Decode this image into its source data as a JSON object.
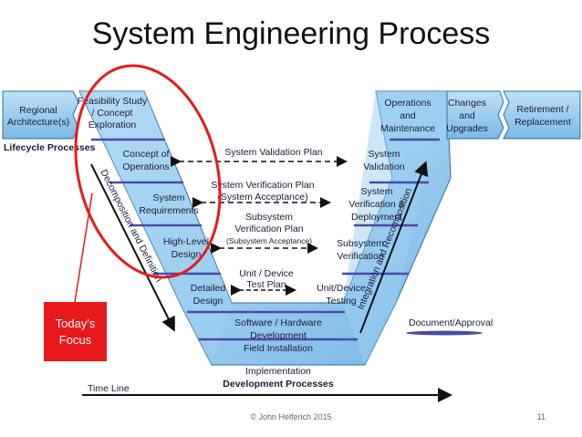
{
  "slide": {
    "title": "System Engineering Process",
    "footer": "© John Helferich 2015",
    "page_number": "11"
  },
  "left_top": {
    "regional_line1": "Regional",
    "regional_line2": "Architecture(s)",
    "lifecycle": "Lifecycle Processes",
    "feas_line1": "Feasibility Study",
    "feas_line2": "/ Concept",
    "feas_line3": "Exploration"
  },
  "v_left": {
    "conops_line1": "Concept of",
    "conops_line2": "Operations",
    "sysreq_line1": "System",
    "sysreq_line2": "Requirements",
    "hld_line1": "High-Level",
    "hld_line2": "Design",
    "dd_line1": "Detailed",
    "dd_line2": "Design"
  },
  "v_bottom": {
    "sw_line1": "Software / Hardware",
    "sw_line2": "Development",
    "sw_line3": "Field Installation",
    "implementation": "Implementation",
    "dev_processes": "Development Processes"
  },
  "v_right": {
    "ut_line1": "Unit/Device",
    "ut_line2": "Testing",
    "ssv_line1": "Subsystem",
    "ssv_line2": "Verification",
    "sv_line1": "System",
    "sv_line2": "Verification &",
    "sv_line3": "Deployment",
    "sval_line1": "System",
    "sval_line2": "Validation"
  },
  "right_top": {
    "ops_line1": "Operations",
    "ops_line2": "and",
    "ops_line3": "Maintenance",
    "chg_line1": "Changes",
    "chg_line2": "and",
    "chg_line3": "Upgrades",
    "ret_line1": "Retirement /",
    "ret_line2": "Replacement"
  },
  "plans": {
    "validation": "System Validation Plan",
    "verification_line1": "System Verification Plan",
    "verification_line2": "(System Acceptance)",
    "subsystem_line1": "Subsystem",
    "subsystem_line2": "Verification Plan",
    "subsystem_line3": "(Subsystem Acceptance)",
    "unit_line1": "Unit / Device",
    "unit_line2": "Test Plan"
  },
  "side_labels": {
    "decomposition": "Decomposition and Definition",
    "integration": "Integration and Recomposition",
    "timeline": "Time Line",
    "document": "Document/Approval"
  },
  "callout": {
    "line1": "Today's",
    "line2": "Focus"
  },
  "colors": {
    "v_fill": "#a6d4f2",
    "v_dark": "#2c6fa8",
    "band": "#4a4aa8",
    "circle": "#e8191c",
    "callout_bg": "#e8191c"
  }
}
